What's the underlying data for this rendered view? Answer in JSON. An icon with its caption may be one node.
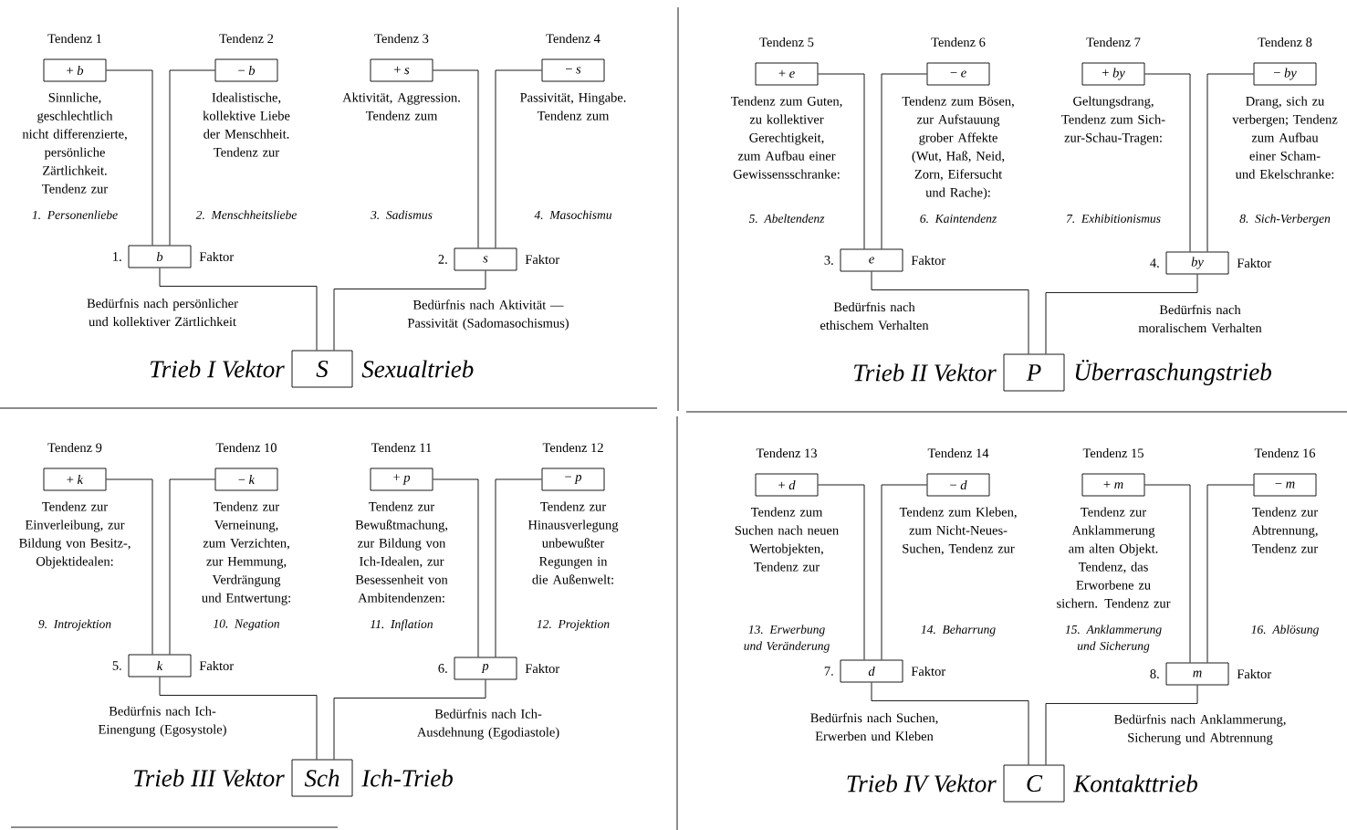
{
  "diagram": {
    "nodes": [
      {
        "text": [
          "Tendenz 1",
          "+ *b*"
        ],
        "beside": [
          "Sinnliche, geschlechtlich nicht differenzierte, persönliche Zärtlichkeit. Tendenz zur"
        ]
      },
      {
        "text": [
          "Tendenz 2",
          "− *b*"
        ],
        "beside": [
          "Idealistische, kollektive Liebe der Menschheit. Tendenz zur"
        ]
      },
      {
        "text": [
          "Tendenz 3",
          "+ *s*"
        ],
        "beside": [
          "Aktivität, Aggression. Tendenz zum"
        ]
      },
      {
        "text": [
          "Tendenz 4",
          "− *s*"
        ],
        "beside": [
          "Passivität, Hingabe. Tendenz zum"
        ]
      },
      {
        "text": [
          "b"
        ],
        "beside": [
          "1.",
          "Faktor"
        ]
      },
      {
        "text": [
          "s"
        ],
        "beside": [
          "2.",
          "Faktor"
        ]
      },
      {
        "text": [
          "S"
        ],
        "beside": [
          "Trieb I Vektor",
          "Sexualtrieb"
        ]
      },
      {
        "text": [
          "Tendenz 5",
          "+ *e*"
        ],
        "beside": [
          "Tendenz zum Guten, zu kollektiver Gerechtigkeit, zum Aufbau einer Gewissensschranke:"
        ]
      },
      {
        "text": [
          "Tendenz 6",
          "− *e*"
        ],
        "beside": [
          "Tendenz zum Bösen, zur Aufstauung grober Affekte (Wut, Haß, Neid, Zorn, Eifersucht und Rache):"
        ]
      },
      {
        "text": [
          "Tendenz 7",
          "+ *by*"
        ],
        "beside": [
          "Geltungsdrang, Tendenz zum Sich-zur-Schau-Tragen:"
        ]
      },
      {
        "text": [
          "Tendenz 8",
          "− *by*"
        ],
        "beside": [
          "Drang, sich zu verbergen; Tendenz zum Aufbau einer Scham- und Ekelschranke:"
        ]
      },
      {
        "text": [
          "e"
        ],
        "beside": [
          "3.",
          "Faktor"
        ]
      },
      {
        "text": [
          "by"
        ],
        "beside": [
          "4.",
          "Faktor"
        ]
      },
      {
        "text": [
          "P"
        ],
        "beside": [
          "Trieb II Vektor",
          "Überraschungstrieb"
        ]
      },
      {
        "text": [
          "Tendenz 9",
          "+ *k*"
        ],
        "beside": [
          "Tendenz zur Einverleibung, zur Bildung von Besitz-, Objektidealen:"
        ]
      },
      {
        "text": [
          "Tendenz 10",
          "− *k*"
        ],
        "beside": [
          "Tendenz zur Verneinung, zum Verzichten, zur Hemmung, Verdrängung und Entwertung:"
        ]
      },
      {
        "text": [
          "Tendenz 11",
          "+ *p*"
        ],
        "beside": [
          "Tendenz zur Bewußtmachung, zur Bildung von Ich-Idealen, zur Besessenheit von Ambitendenzen:"
        ]
      },
      {
        "text": [
          "Tendenz 12",
          "− *p*"
        ],
        "beside": [
          "Tendenz zur Hinausverlegung unbewußter Regungen in die Außenwelt:"
        ]
      },
      {
        "text": [
          "k"
        ],
        "beside": [
          "5.",
          "Faktor"
        ]
      },
      {
        "text": [
          "p"
        ],
        "beside": [
          "6.",
          "Faktor"
        ]
      },
      {
        "text": [
          "Sch"
        ],
        "beside": [
          "Trieb III Vektor",
          "Ich-Trieb"
        ]
      },
      {
        "text": [
          "Tendenz 13",
          "+ *d*"
        ],
        "beside": [
          "Tendenz zum Suchen nach neuen Wertobjekten, Tendenz zur"
        ]
      },
      {
        "text": [
          "Tendenz 14",
          "− *d*"
        ],
        "beside": [
          "Tendenz zum Kleben, zum Nicht-Neues-Suchen, Tendenz zur"
        ]
      },
      {
        "text": [
          "Tendenz 15",
          "+ *m*"
        ],
        "beside": [
          "Tendenz zur Anklammerung am alten Objekt. Tendenz, das Erworbene zu sichern. Tendenz zur"
        ]
      },
      {
        "text": [
          "Tendenz 16",
          "− *m*"
        ],
        "beside": [
          "Tendenz zur Abtrennung, Tendenz zur"
        ]
      },
      {
        "text": [
          "d"
        ],
        "beside": [
          "7.",
          "Faktor"
        ]
      },
      {
        "text": [
          "m"
        ],
        "beside": [
          "8.",
          "Faktor"
        ]
      },
      {
        "text": [
          "C"
        ],
        "beside": [
          "Trieb IV Vektor",
          "Kontakttrieb"
        ]
      }
    ],
    "edges": [
      {
        "from": 0,
        "to": 4,
        "arrow": "none"
      },
      {
        "from": 1,
        "to": 4,
        "arrow": "none"
      },
      {
        "from": 2,
        "to": 5,
        "arrow": "none"
      },
      {
        "from": 3,
        "to": 5,
        "arrow": "none"
      },
      {
        "from": 4,
        "to": 6,
        "arrow": "none",
        "label": "Bedürfnis nach persönlicher und kollektiver Zärtlichkeit"
      },
      {
        "from": 5,
        "to": 6,
        "arrow": "none",
        "label": "Bedürfnis nach Aktivität — Passivität (Sadomasochismus)"
      },
      {
        "from": 7,
        "to": 11,
        "arrow": "none"
      },
      {
        "from": 8,
        "to": 11,
        "arrow": "none"
      },
      {
        "from": 9,
        "to": 12,
        "arrow": "none"
      },
      {
        "from": 10,
        "to": 12,
        "arrow": "none"
      },
      {
        "from": 11,
        "to": 13,
        "arrow": "none",
        "label": "Bedürfnis nach ethischem Verhalten"
      },
      {
        "from": 12,
        "to": 13,
        "arrow": "none",
        "label": "Bedürfnis nach moralischem Verhalten"
      },
      {
        "from": 14,
        "to": 18,
        "arrow": "none"
      },
      {
        "from": 15,
        "to": 18,
        "arrow": "none"
      },
      {
        "from": 16,
        "to": 19,
        "arrow": "none"
      },
      {
        "from": 17,
        "to": 19,
        "arrow": "none"
      },
      {
        "from": 18,
        "to": 20,
        "arrow": "none",
        "label": "Bedürfnis nach Ich-Einengung (Egosystole)"
      },
      {
        "from": 19,
        "to": 20,
        "arrow": "none",
        "label": "Bedürfnis nach Ich-Ausdehnung (Egodiastole)"
      },
      {
        "from": 21,
        "to": 25,
        "arrow": "none"
      },
      {
        "from": 22,
        "to": 25,
        "arrow": "none"
      },
      {
        "from": 23,
        "to": 26,
        "arrow": "none"
      },
      {
        "from": 24,
        "to": 26,
        "arrow": "none"
      },
      {
        "from": 25,
        "to": 27,
        "arrow": "none",
        "label": "Bedürfnis nach Suchen, Erwerben und Kleben"
      },
      {
        "from": 26,
        "to": 27,
        "arrow": "none",
        "label": "Bedürfnis nach Anklammerung, Sicherung und Abtrennung"
      }
    ],
    "labels": [
      "1. Personenliebe",
      "2. Menschheitsliebe",
      "3. Sadismus",
      "4. Masochismu",
      "5. Abeltendenz",
      "6. Kaintendenz",
      "7. Exhibitionismus",
      "8. Sich-Verbergen",
      "9. Introjektion",
      "10. Negation",
      "11. Inflation",
      "12. Projektion",
      "13. Erwerbung und Veränderung",
      "14. Beharrung",
      "15. Anklammerung und Sicherung",
      "16. Ablösung"
    ]
  }
}
